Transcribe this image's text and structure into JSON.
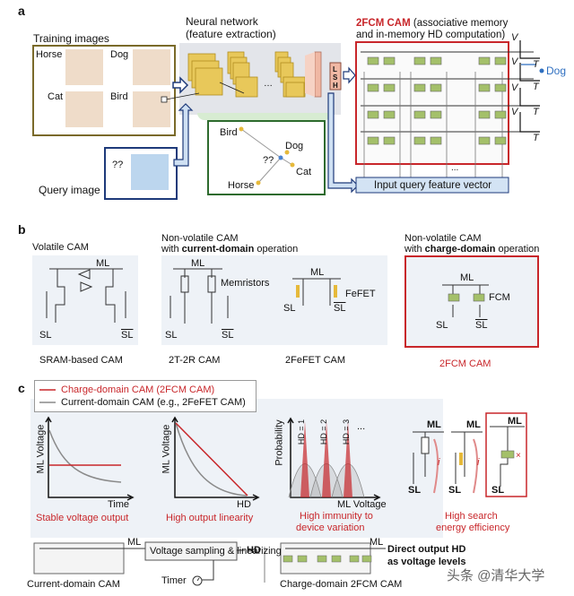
{
  "colors": {
    "red": "#c8262a",
    "blue": "#2f6fc0",
    "olive_border": "#7a6a2a",
    "green_border": "#2e6b2e",
    "navy_border": "#1e3a7a",
    "feature_map": "#e8c85a",
    "light_panel": "#eef2f7"
  },
  "panel_a": {
    "label": "a",
    "training_title": "Training images",
    "training_labels": [
      "Horse",
      "Dog",
      "Cat",
      "Bird"
    ],
    "query_title": "Query image",
    "query_mark": "??",
    "nn_title_line1": "Neural network",
    "nn_title_line2": "(feature extraction)",
    "nn_ellipsis": "...",
    "lsh_letters": [
      "L",
      "S",
      "H"
    ],
    "embedding_labels": [
      "Bird",
      "Dog",
      "??",
      "Cat",
      "Horse"
    ],
    "cam_title_bold": "2FCM CAM",
    "cam_title_rest1": " (associative memory",
    "cam_title_line2": "and in-memory HD computation)",
    "cam_ellipsis": "...",
    "axis_v": "V",
    "axis_t": "T",
    "output_label": "Dog",
    "query_vector_label": "Input query feature vector"
  },
  "panel_b": {
    "label": "b",
    "volatile_title": "Volatile CAM",
    "nv_current_title_line1": "Non-volatile CAM",
    "nv_current_title_prefix": "with ",
    "nv_current_title_bold": "current-domain",
    "nv_current_title_suffix": " operation",
    "nv_charge_title_line1": "Non-volatile CAM",
    "nv_charge_title_prefix": "with ",
    "nv_charge_title_bold": "charge-domain",
    "nv_charge_title_suffix": " operation",
    "ml": "ML",
    "sl": "SL",
    "memristors": "Memristors",
    "fefet": "FeFET",
    "fcm": "FCM",
    "captions": [
      "SRAM-based CAM",
      "2T-2R CAM",
      "2FeFET CAM",
      "2FCM CAM"
    ]
  },
  "panel_c": {
    "label": "c",
    "legend": [
      {
        "name": "Charge-domain CAM (2FCM CAM)",
        "color": "#c8262a"
      },
      {
        "name": "Current-domain CAM (e.g., 2FeFET CAM)",
        "color": "#8a8a8a"
      }
    ],
    "plot1": {
      "ylabel": "ML Voltage",
      "xlabel": "Time",
      "caption": "Stable voltage output"
    },
    "plot2": {
      "ylabel": "ML Voltage",
      "xlabel": "HD",
      "caption": "High output linearity"
    },
    "plot3": {
      "ylabel": "Probability",
      "xlabel": "ML Voltage",
      "peaks": [
        "HD = 1",
        "HD = 2",
        "HD = 3"
      ],
      "ellipsis": "...",
      "caption_line1": "High immunity to",
      "caption_line2": "device variation"
    },
    "plot4": {
      "ml": "ML",
      "sl": "SL",
      "current": "i",
      "caption_line1": "High search",
      "caption_line2": "energy efficiency"
    },
    "bottom": {
      "ml_left": "ML",
      "sampling_box": "Voltage sampling & linearizing",
      "hd_out": "HD",
      "timer": "Timer",
      "left_caption": "Current-domain CAM",
      "ml_right": "ML",
      "direct_line1": "Direct output HD",
      "direct_line2": "as voltage levels",
      "right_caption": "Charge-domain 2FCM CAM"
    }
  },
  "watermark": "头条 @清华大学"
}
